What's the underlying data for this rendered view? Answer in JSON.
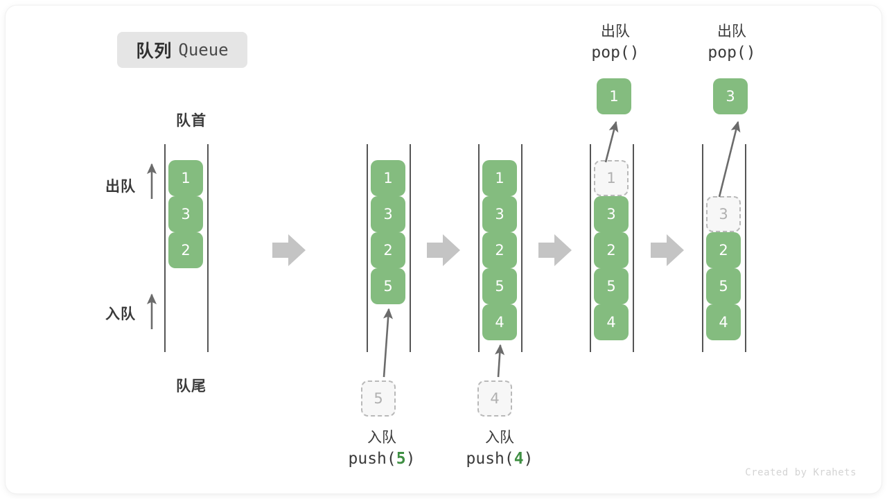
{
  "title": {
    "cn": "队列",
    "en": "Queue"
  },
  "labels": {
    "front": "队首",
    "rear": "队尾",
    "dequeue": "出队",
    "enqueue": "入队"
  },
  "watermark": "Created by Krahets",
  "colors": {
    "cell_fill": "#84bc7f",
    "cell_text": "#ffffff",
    "ghost_fill": "#f7f7f7",
    "ghost_border": "#b9b9b9",
    "ghost_text": "#b0b0b0",
    "rail": "#555555",
    "arrow": "#6b6b6b",
    "flow_arrow": "#c4c4c4",
    "badge_bg": "#e5e5e5",
    "accent_green": "#3f8f43",
    "text": "#3a3a3a"
  },
  "icons": {
    "flow_arrow": "arrow-right-icon",
    "up_arrow": "arrow-up-icon"
  },
  "columns": [
    {
      "name": "initial-state",
      "cells": [
        {
          "value": "1",
          "state": "filled"
        },
        {
          "value": "3",
          "state": "filled"
        },
        {
          "value": "2",
          "state": "filled"
        }
      ]
    },
    {
      "name": "after-push-5",
      "cells": [
        {
          "value": "1",
          "state": "filled"
        },
        {
          "value": "3",
          "state": "filled"
        },
        {
          "value": "2",
          "state": "filled"
        },
        {
          "value": "5",
          "state": "filled"
        }
      ],
      "incoming": {
        "value": "5",
        "state": "ghost"
      },
      "caption": {
        "cn": "入队",
        "code_prefix": "push(",
        "arg": "5",
        "code_suffix": ")"
      }
    },
    {
      "name": "after-push-4",
      "cells": [
        {
          "value": "1",
          "state": "filled"
        },
        {
          "value": "3",
          "state": "filled"
        },
        {
          "value": "2",
          "state": "filled"
        },
        {
          "value": "5",
          "state": "filled"
        },
        {
          "value": "4",
          "state": "filled"
        }
      ],
      "incoming": {
        "value": "4",
        "state": "ghost"
      },
      "caption": {
        "cn": "入队",
        "code_prefix": "push(",
        "arg": "4",
        "code_suffix": ")"
      }
    },
    {
      "name": "after-pop-1",
      "cells": [
        {
          "value": "1",
          "state": "ghost"
        },
        {
          "value": "3",
          "state": "filled"
        },
        {
          "value": "2",
          "state": "filled"
        },
        {
          "value": "5",
          "state": "filled"
        },
        {
          "value": "4",
          "state": "filled"
        }
      ],
      "outgoing": {
        "value": "1",
        "state": "filled"
      },
      "caption": {
        "cn": "出队",
        "code_prefix": "pop(",
        "arg": "",
        "code_suffix": ")"
      }
    },
    {
      "name": "after-pop-3",
      "cells": [
        {
          "value": "3",
          "state": "ghost"
        },
        {
          "value": "2",
          "state": "filled"
        },
        {
          "value": "5",
          "state": "filled"
        },
        {
          "value": "4",
          "state": "filled"
        }
      ],
      "outgoing": {
        "value": "3",
        "state": "filled"
      },
      "caption": {
        "cn": "出队",
        "code_prefix": "pop(",
        "arg": "",
        "code_suffix": ")"
      }
    }
  ]
}
